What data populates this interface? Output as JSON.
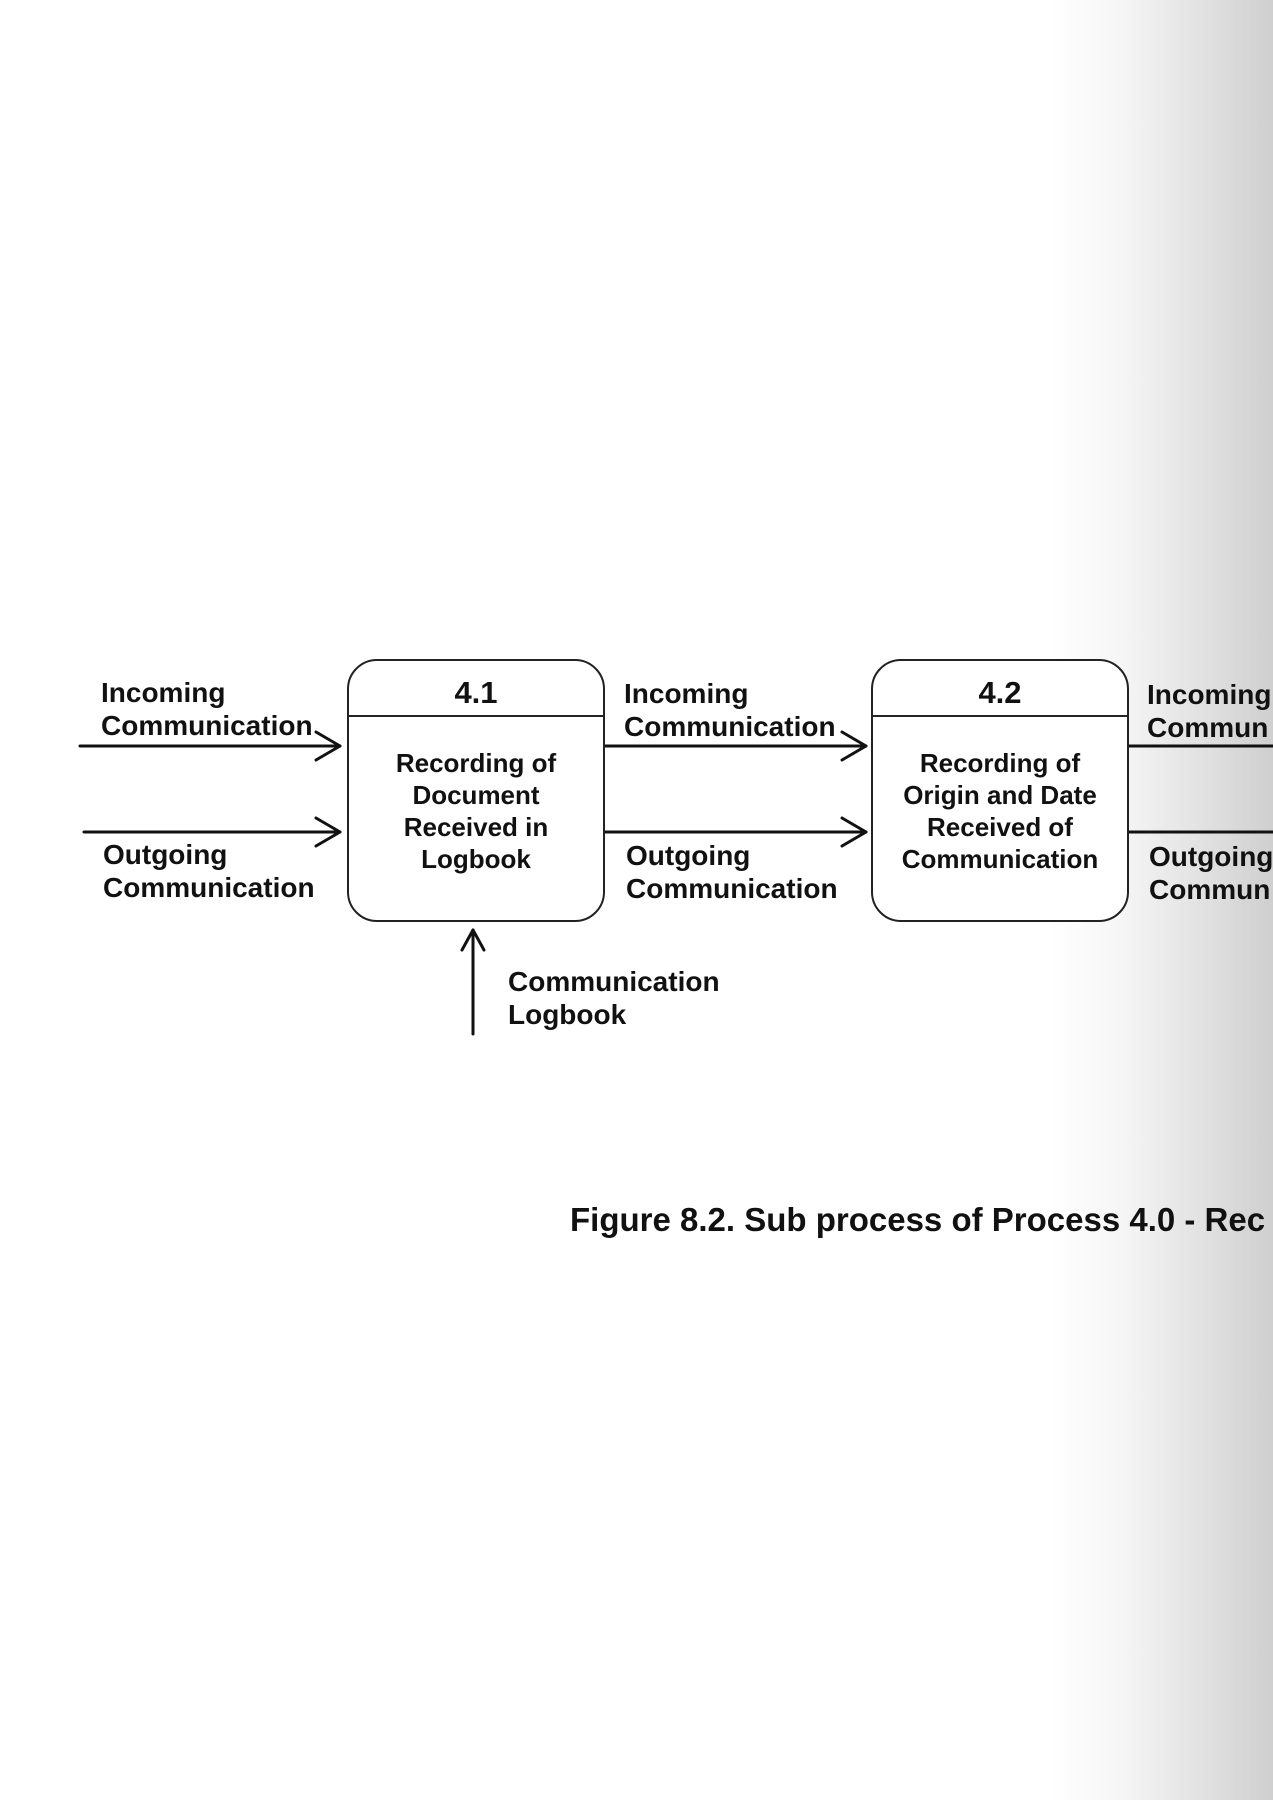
{
  "diagram": {
    "processes": [
      {
        "id": "4.1",
        "name": "Recording of\nDocument\nReceived in\nLogbook"
      },
      {
        "id": "4.2",
        "name": "Recording of\nOrigin and Date\nReceived of\nCommunication"
      }
    ],
    "flows": {
      "in_incoming": "Incoming\nCommunication",
      "in_outgoing": "Outgoing\nCommunication",
      "mid_incoming": "Incoming\nCommunication",
      "mid_outgoing": "Outgoing\nCommunication",
      "out_incoming": "Incoming\nCommun",
      "out_outgoing": "Outgoing\nCommun",
      "logbook": "Communication\nLogbook"
    },
    "caption": "Figure 8.2. Sub process of Process 4.0 - Rec"
  }
}
